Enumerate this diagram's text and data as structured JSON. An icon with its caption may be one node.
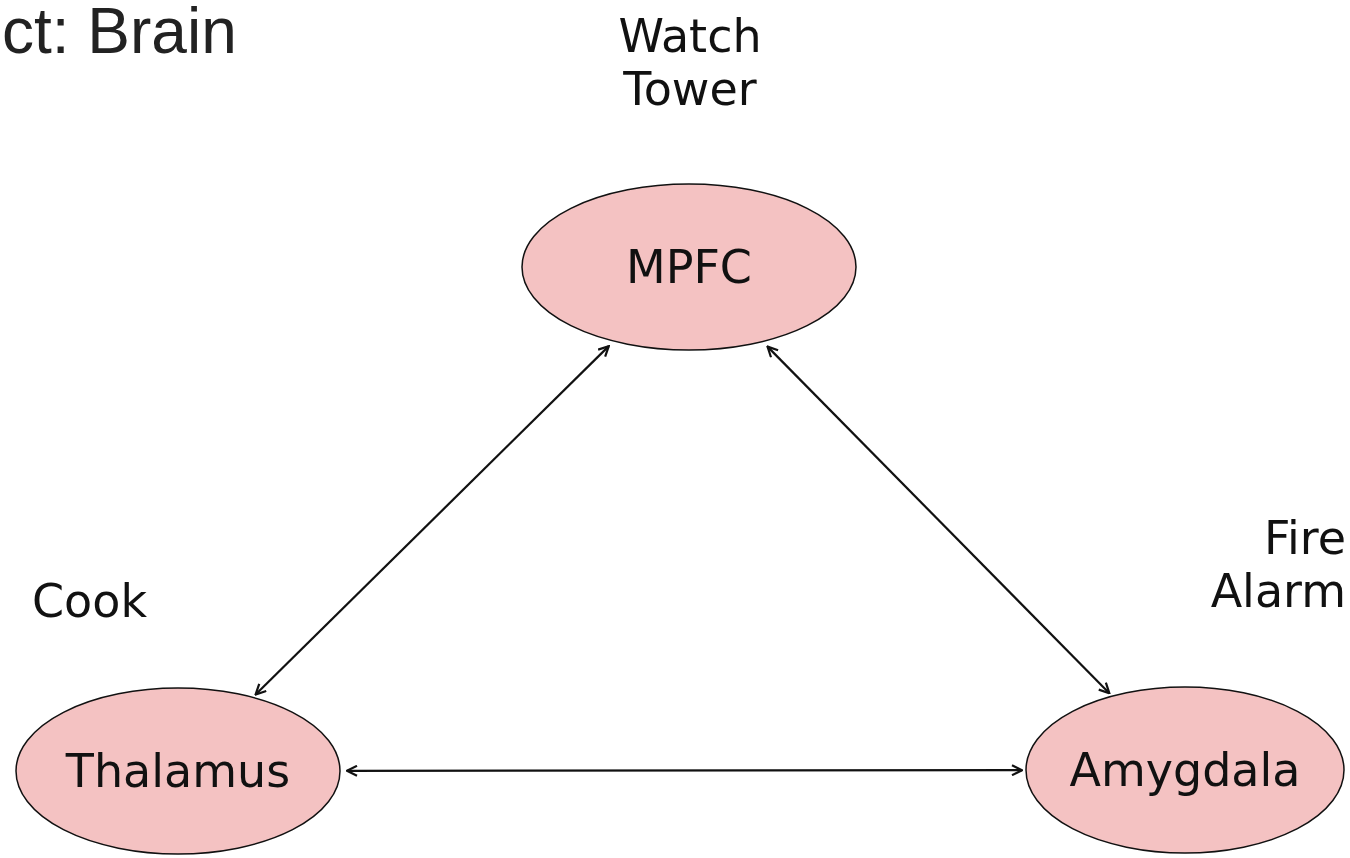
{
  "diagram": {
    "title": "ct: Brain",
    "nodes": [
      {
        "text": [
          "MPFC"
        ],
        "beside": [
          "Watch Tower"
        ]
      },
      {
        "text": [
          "Thalamus"
        ],
        "beside": [
          "Cook"
        ]
      },
      {
        "text": [
          "Amygdala"
        ],
        "beside": [
          "Fire Alarm"
        ]
      }
    ],
    "edges": [
      {
        "from": 0,
        "to": 1,
        "arrow": "both"
      },
      {
        "from": 0,
        "to": 2,
        "arrow": "both"
      },
      {
        "from": 1,
        "to": 2,
        "arrow": "both"
      }
    ]
  }
}
